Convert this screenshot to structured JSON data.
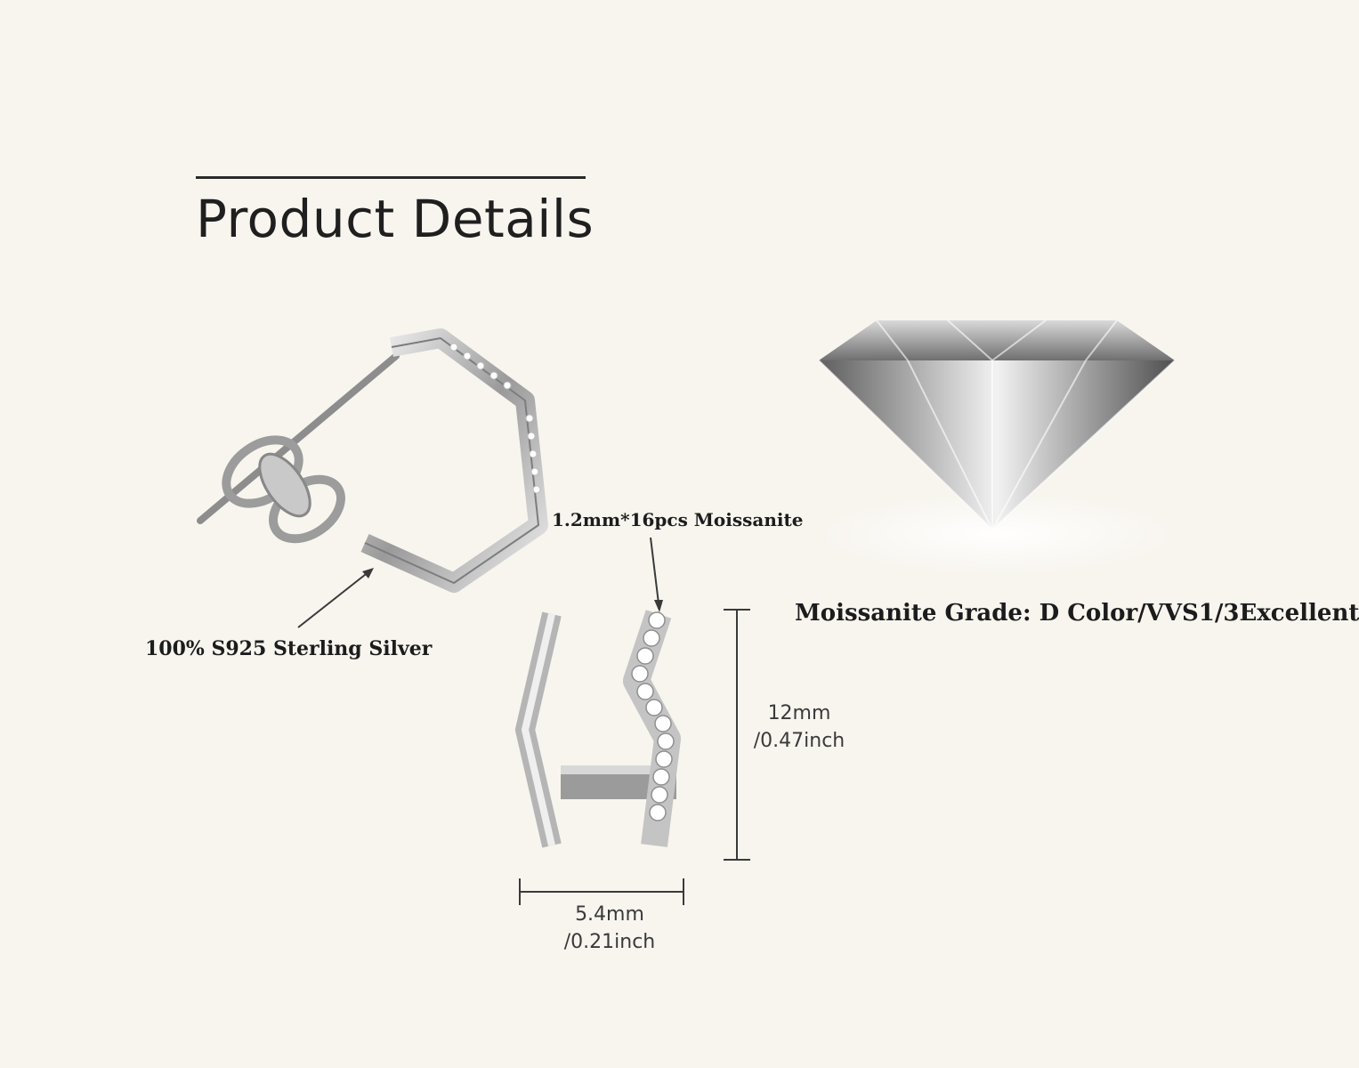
{
  "header": {
    "title": "Product Details"
  },
  "callouts": {
    "material": "100% S925 Sterling Silver",
    "stones": "1.2mm*16pcs Moissanite",
    "grade": "Moissanite Grade: D Color/VVS1/3Excellent"
  },
  "dimensions": {
    "height_mm": "12mm",
    "height_in": "/0.47inch",
    "width_mm": "5.4mm",
    "width_in": "/0.21inch"
  }
}
